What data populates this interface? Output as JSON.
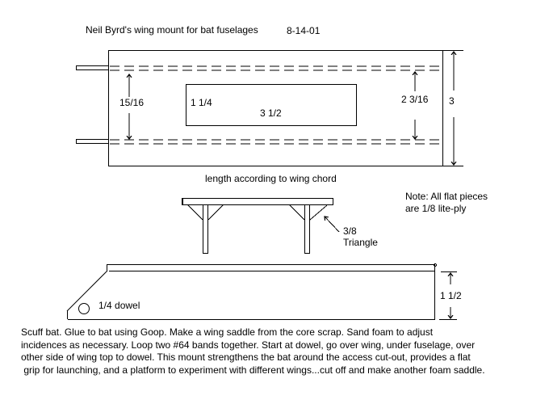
{
  "title": {
    "text": "Neil Byrd's wing mount for bat fuselages",
    "date": "8-14-01"
  },
  "top_view": {
    "dowel_spacing": "15/16",
    "cutout_width": "1 1/4",
    "cutout_length": "3 1/2",
    "inner_span": "2 3/16",
    "overall_width": "3"
  },
  "side_view": {
    "caption": "length according to wing chord",
    "triangle_label_line1": "3/8",
    "triangle_label_line2": "Triangle"
  },
  "note": {
    "line1": "Note: All flat pieces",
    "line2": "are 1/8 lite-ply"
  },
  "end_view": {
    "dowel_label": "1/4 dowel",
    "height": "1 1/2"
  },
  "instructions": [
    "Scuff bat.  Glue to bat using Goop.  Make a wing saddle from the core scrap. Sand foam to adjust",
    "incidences as necessary.  Loop two #64 bands together.  Start at dowel, go over wing, under fuselage, over",
    "other side of wing top to dowel.  This mount strengthens the bat around the access cut-out, provides a flat",
    " grip for launching, and a platform to experiment with different wings...cut off and make another foam saddle."
  ],
  "colors": {
    "ink": "#000000",
    "paper": "#ffffff"
  }
}
